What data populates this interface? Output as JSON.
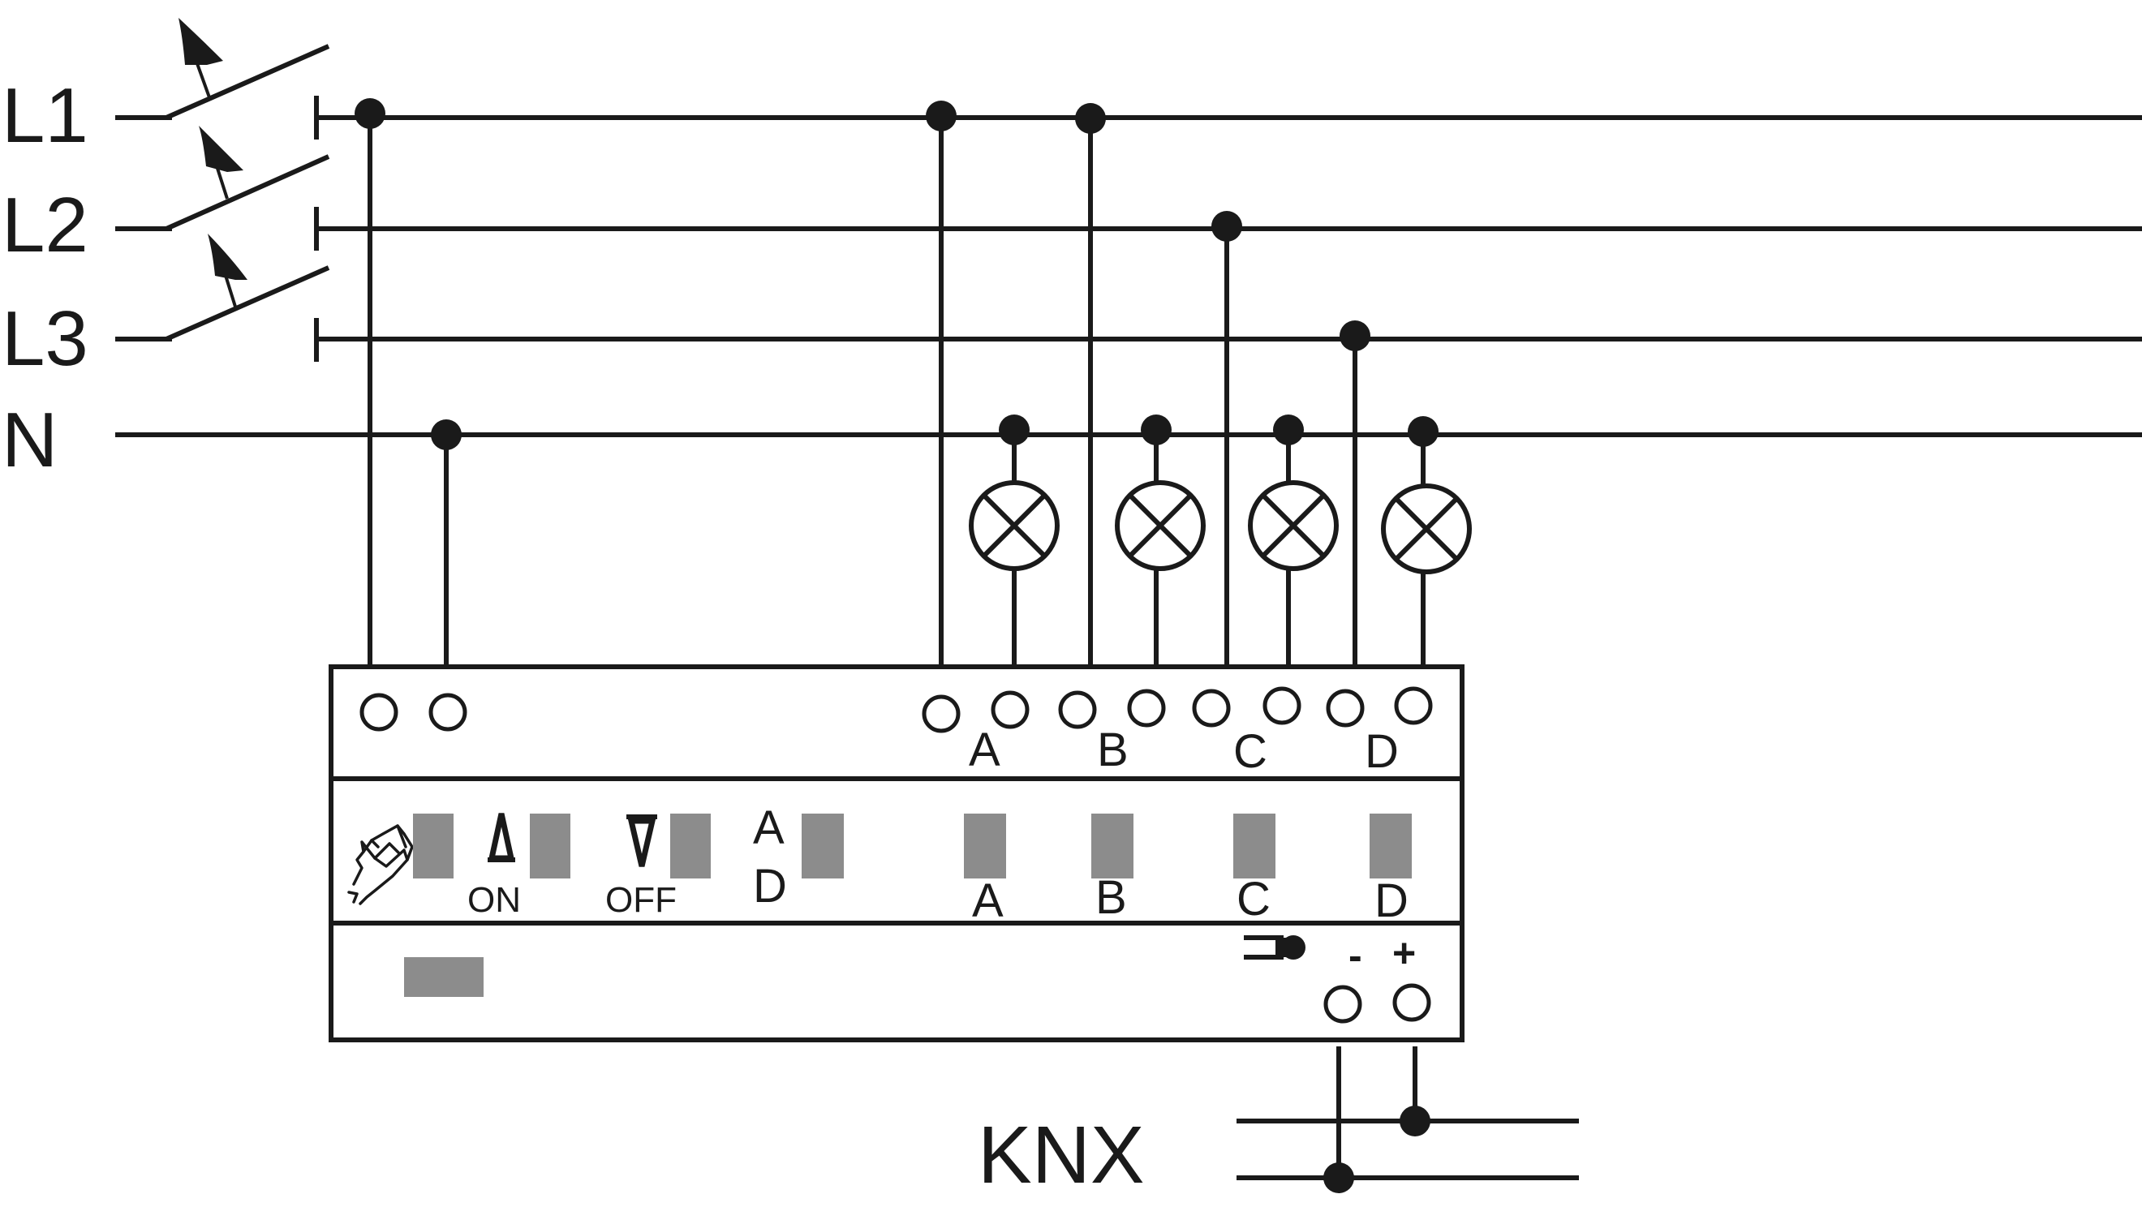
{
  "lines": {
    "l1": "L1",
    "l2": "L2",
    "l3": "L3",
    "n": "N"
  },
  "terminal_labels": [
    "A",
    "B",
    "C",
    "D"
  ],
  "controls": {
    "on_label": "ON",
    "off_label": "OFF",
    "select_top": "A",
    "select_bottom": "D",
    "channel_labels": [
      "A",
      "B",
      "C",
      "D"
    ]
  },
  "bus": {
    "minus": "-",
    "plus": "+",
    "label": "KNX"
  },
  "colors": {
    "line": "#1a1a1a",
    "button": "#8c8c8c"
  },
  "icons": [
    "switch-icon",
    "lamp-icon",
    "hand-icon",
    "up-arrow-icon",
    "down-arrow-icon",
    "programming-led-icon"
  ]
}
